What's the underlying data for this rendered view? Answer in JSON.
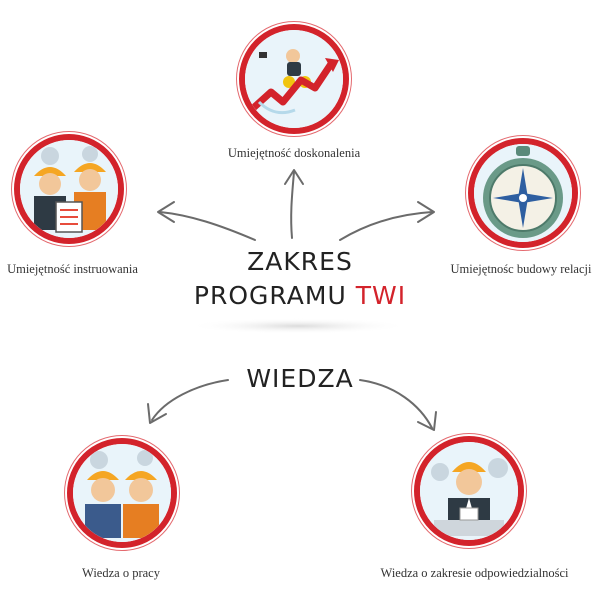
{
  "center": {
    "title_line1": "ZAKRES",
    "title_line2_prefix": "PROGRAMU ",
    "title_line2_accent": "TWI",
    "wiedza": "WIEDZA"
  },
  "nodes": [
    {
      "id": "doskonalenia",
      "label": "Umiejętność doskonalenia",
      "icon": "growth-arrow-icon"
    },
    {
      "id": "instruowania",
      "label": "Umiejętność instruowania",
      "icon": "workers-clipboard-icon"
    },
    {
      "id": "relacji",
      "label": "Umiejętnośc budowy relacji",
      "icon": "compass-icon"
    },
    {
      "id": "pracy",
      "label": "Wiedza o pracy",
      "icon": "two-workers-icon"
    },
    {
      "id": "odpowiedzialnosci",
      "label": "Wiedza o zakresie odpowiedzialności",
      "icon": "manager-icon"
    }
  ],
  "colors": {
    "ring": "#d3232b",
    "accent": "#d3232b",
    "arrow": "#6b6b6b",
    "helmet": "#f5a623",
    "text": "#333333"
  }
}
